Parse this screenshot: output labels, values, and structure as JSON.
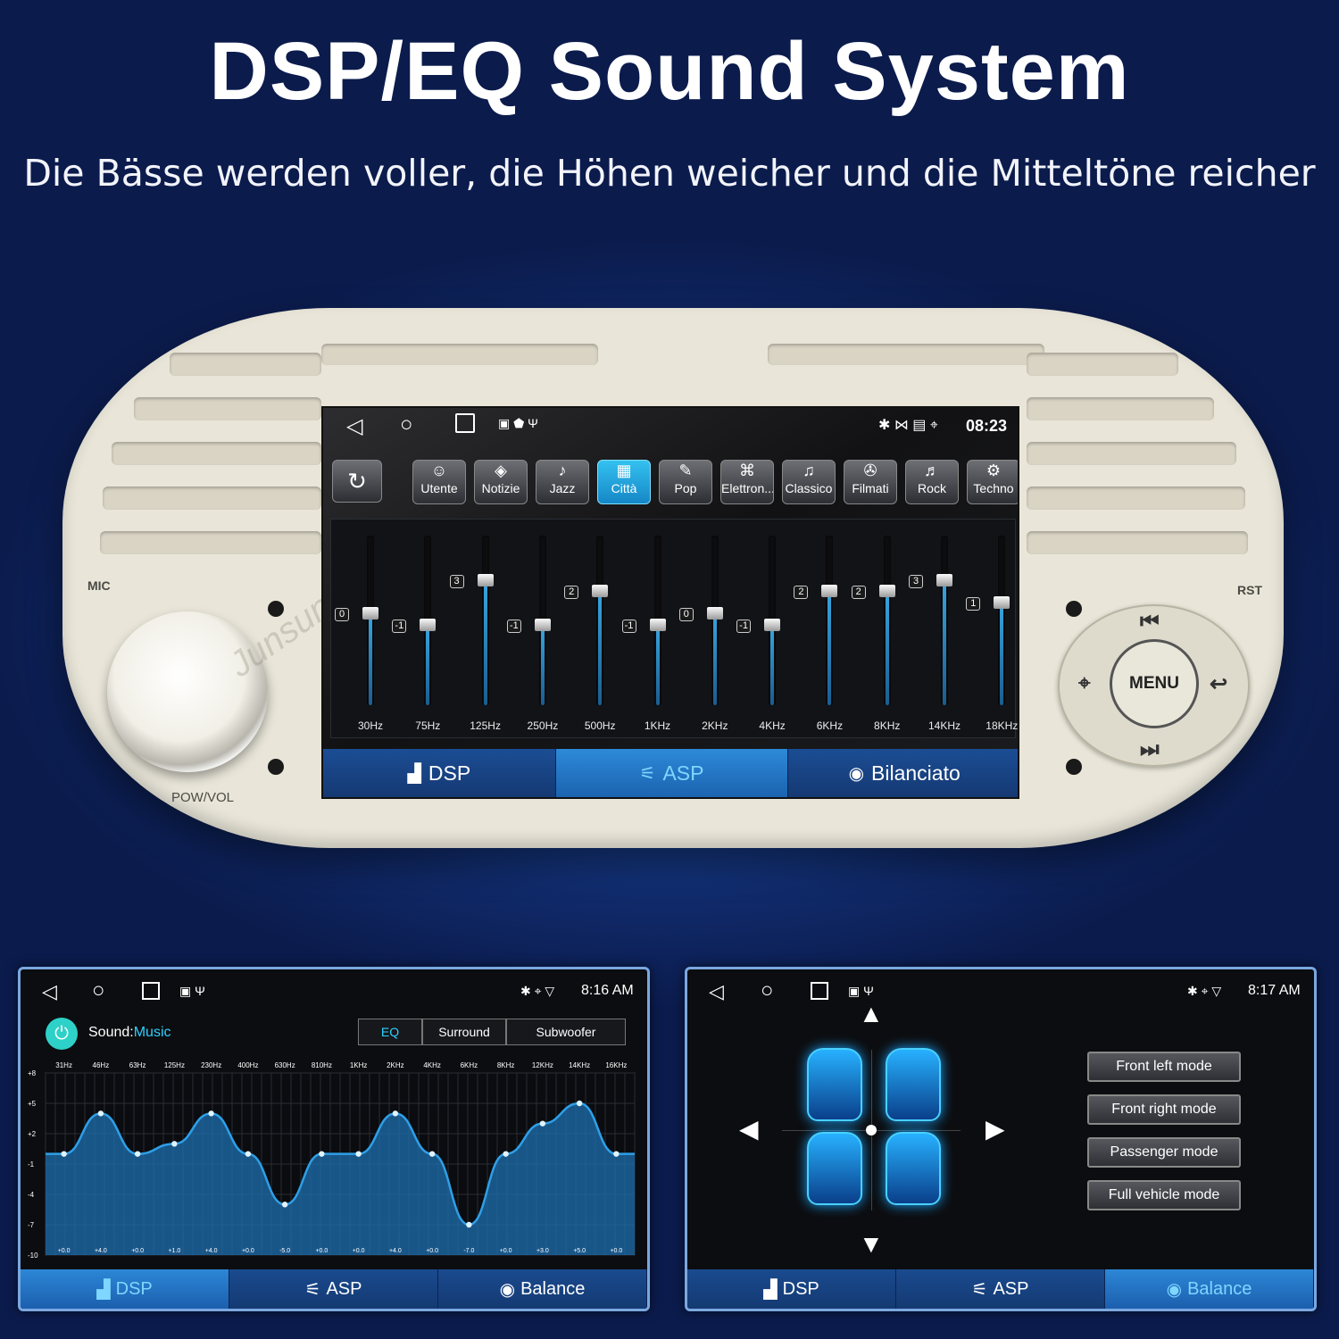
{
  "hero": {
    "title": "DSP/EQ Sound System",
    "subtitle": "Die Bässe werden voller, die Höhen weicher und die Mitteltöne reicher"
  },
  "bezel": {
    "mic_label": "MIC",
    "rst_label": "RST",
    "pow_vol_label": "POW/VOL",
    "menu_label": "MENU",
    "watermark": "Junsun"
  },
  "main_screen": {
    "status_time": "08:23",
    "presets": [
      {
        "label": "Utente",
        "icon": "user-icon",
        "active": false
      },
      {
        "label": "Notizie",
        "icon": "news-icon",
        "active": false
      },
      {
        "label": "Jazz",
        "icon": "saxophone-icon",
        "active": false
      },
      {
        "label": "Città",
        "icon": "city-icon",
        "active": true
      },
      {
        "label": "Pop",
        "icon": "microphone-icon",
        "active": false
      },
      {
        "label": "Elettron...",
        "icon": "chip-icon",
        "active": false
      },
      {
        "label": "Classico",
        "icon": "gramophone-icon",
        "active": false
      },
      {
        "label": "Filmati",
        "icon": "film-reel-icon",
        "active": false
      },
      {
        "label": "Rock",
        "icon": "guitar-icon",
        "active": false
      },
      {
        "label": "Techno",
        "icon": "gear-icon",
        "active": false
      }
    ],
    "bands": [
      {
        "freq": "30Hz",
        "value": "0"
      },
      {
        "freq": "75Hz",
        "value": "-1"
      },
      {
        "freq": "125Hz",
        "value": "3"
      },
      {
        "freq": "250Hz",
        "value": "-1"
      },
      {
        "freq": "500Hz",
        "value": "2"
      },
      {
        "freq": "1KHz",
        "value": "-1"
      },
      {
        "freq": "2KHz",
        "value": "0"
      },
      {
        "freq": "4KHz",
        "value": "-1"
      },
      {
        "freq": "6KHz",
        "value": "2"
      },
      {
        "freq": "8KHz",
        "value": "2"
      },
      {
        "freq": "14KHz",
        "value": "3"
      },
      {
        "freq": "18KHz",
        "value": "1"
      }
    ],
    "tabs": [
      {
        "label": "DSP",
        "icon": "equalizer-bars-icon",
        "active": false
      },
      {
        "label": "ASP",
        "icon": "sliders-icon",
        "active": true
      },
      {
        "label": "Bilanciato",
        "icon": "speaker-waves-icon",
        "active": false
      }
    ]
  },
  "eq_panel": {
    "status_time": "8:16 AM",
    "sound_prefix": "Sound:",
    "sound_value": "Music",
    "segments": [
      "EQ",
      "Surround",
      "Subwoofer"
    ],
    "active_segment": "EQ",
    "tabs": [
      {
        "label": "DSP",
        "icon": "equalizer-bars-icon",
        "active": true
      },
      {
        "label": "ASP",
        "icon": "sliders-icon",
        "active": false
      },
      {
        "label": "Balance",
        "icon": "speaker-waves-icon",
        "active": false
      }
    ]
  },
  "chart_data": {
    "type": "area",
    "x": [
      "31Hz",
      "46Hz",
      "63Hz",
      "125Hz",
      "230Hz",
      "400Hz",
      "630Hz",
      "810Hz",
      "1KHz",
      "2KHz",
      "4KHz",
      "6KHz",
      "8KHz",
      "12KHz",
      "14KHz",
      "16KHz"
    ],
    "values": [
      0.0,
      4.0,
      0.0,
      1.0,
      4.0,
      0.0,
      -5.0,
      0.0,
      0.0,
      4.0,
      0.0,
      -7.0,
      0.0,
      3.0,
      5.0,
      0.0
    ],
    "value_labels": [
      "+0.0",
      "+4.0",
      "+0.0",
      "+1.0",
      "+4.0",
      "+0.0",
      "-5.0",
      "+0.0",
      "+0.0",
      "+4.0",
      "+0.0",
      "-7.0",
      "+0.0",
      "+3.0",
      "+5.0",
      "+0.0"
    ],
    "y_ticks": [
      "+8",
      "+5",
      "+2",
      "-1",
      "-4",
      "-7",
      "-10"
    ],
    "ylim": [
      -10,
      8
    ],
    "grid": true,
    "colors": {
      "fill": "#1f6fb0",
      "line": "#2ea0e8"
    }
  },
  "balance_panel": {
    "status_time": "8:17 AM",
    "modes": [
      "Front left mode",
      "Front right mode",
      "Passenger mode",
      "Full vehicle mode"
    ],
    "tabs": [
      {
        "label": "DSP",
        "icon": "equalizer-bars-icon",
        "active": false
      },
      {
        "label": "ASP",
        "icon": "sliders-icon",
        "active": false
      },
      {
        "label": "Balance",
        "icon": "speaker-waves-icon",
        "active": true
      }
    ]
  },
  "colors": {
    "accent": "#2aa8ff",
    "panel_border": "#7aa8e0",
    "bezel": "#e9e6d9"
  }
}
